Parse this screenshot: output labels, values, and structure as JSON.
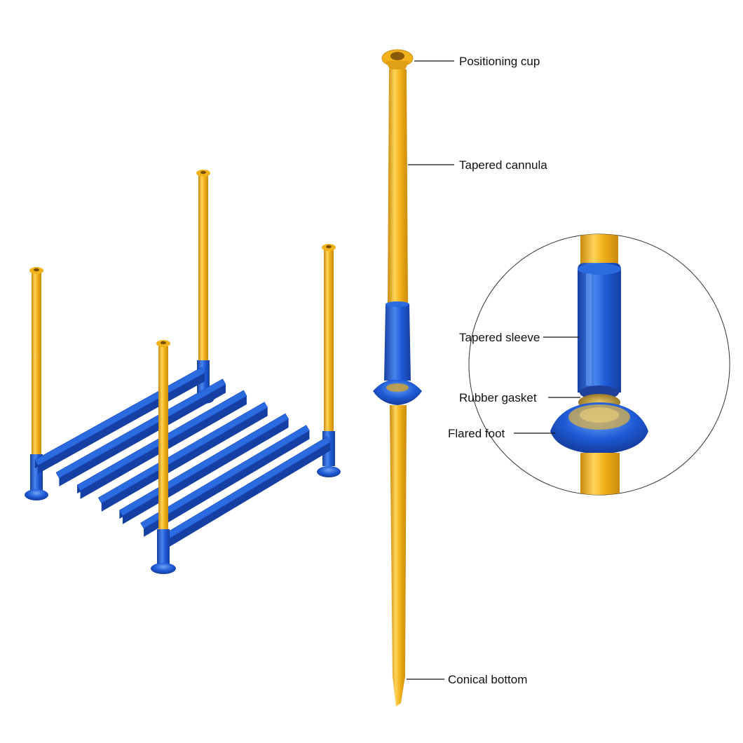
{
  "colors": {
    "post_yellow": "#f2b21a",
    "post_highlight": "#ffd45a",
    "post_shadow": "#c98a0c",
    "frame_blue": "#1e5bd6",
    "frame_blue_dark": "#163fa3",
    "frame_blue_light": "#4a86ef",
    "gasket": "#c9a03a",
    "leader_line": "#111111",
    "detail_circle": "#333333",
    "background": "#ffffff"
  },
  "labels": {
    "positioning_cup": "Positioning cup",
    "tapered_cannula": "Tapered cannula",
    "tapered_sleeve": "Tapered sleeve",
    "rubber_gasket": "Rubber gasket",
    "flared_foot": "Flared foot",
    "conical_bottom": "Conical bottom"
  }
}
